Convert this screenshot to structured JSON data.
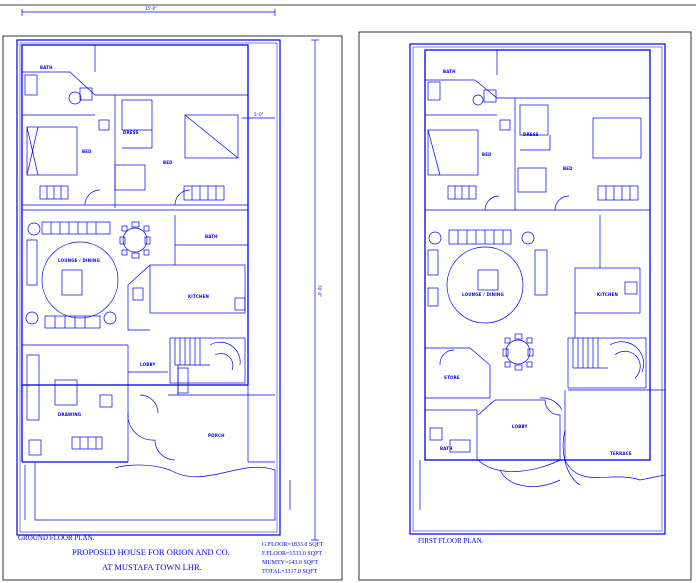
{
  "ground_floor": {
    "caption": "GROUND FLOOR PLAN.",
    "dim_top": "35'-0\"",
    "dim_side": "70'-0\"",
    "dim_small": "5'-0\"",
    "rooms": {
      "bath": "BATH",
      "bed1": "BED",
      "bed2": "BED",
      "drawing_dining": "LOUNGE / DINING",
      "kitchen": "KITCHEN",
      "drawing": "DRAWING",
      "lobby": "LOBBY",
      "porch": "PORCH",
      "dress": "DRESS",
      "bath2": "BATH"
    }
  },
  "first_floor": {
    "caption": "FIRST FLOOR PLAN.",
    "rooms": {
      "bath": "BATH",
      "bed1": "BED",
      "bed2": "BED",
      "dress": "DRESS",
      "lounge": "LOUNGE / DINING",
      "kitchen": "KITCHEN",
      "store": "STORE",
      "bath2": "BATH",
      "lobby": "LOBBY",
      "terrace": "TERRACE"
    }
  },
  "title": {
    "line1": "PROPOSED HOUSE FOR ORION AND CO.",
    "line2": "AT MUSTAFA TOWN LHR."
  },
  "areas": {
    "g_floor": "G.FLOOR=1833.0 SQFT",
    "f_floor": "F.FLOOR=1533.0 SQFT",
    "mumty": "MUMTY=143.0 SQFT",
    "total": "TOTAL=3317.0 SQFT"
  },
  "colors": {
    "line": "#0000ee",
    "frame": "#000000",
    "background": "#ffffff"
  }
}
